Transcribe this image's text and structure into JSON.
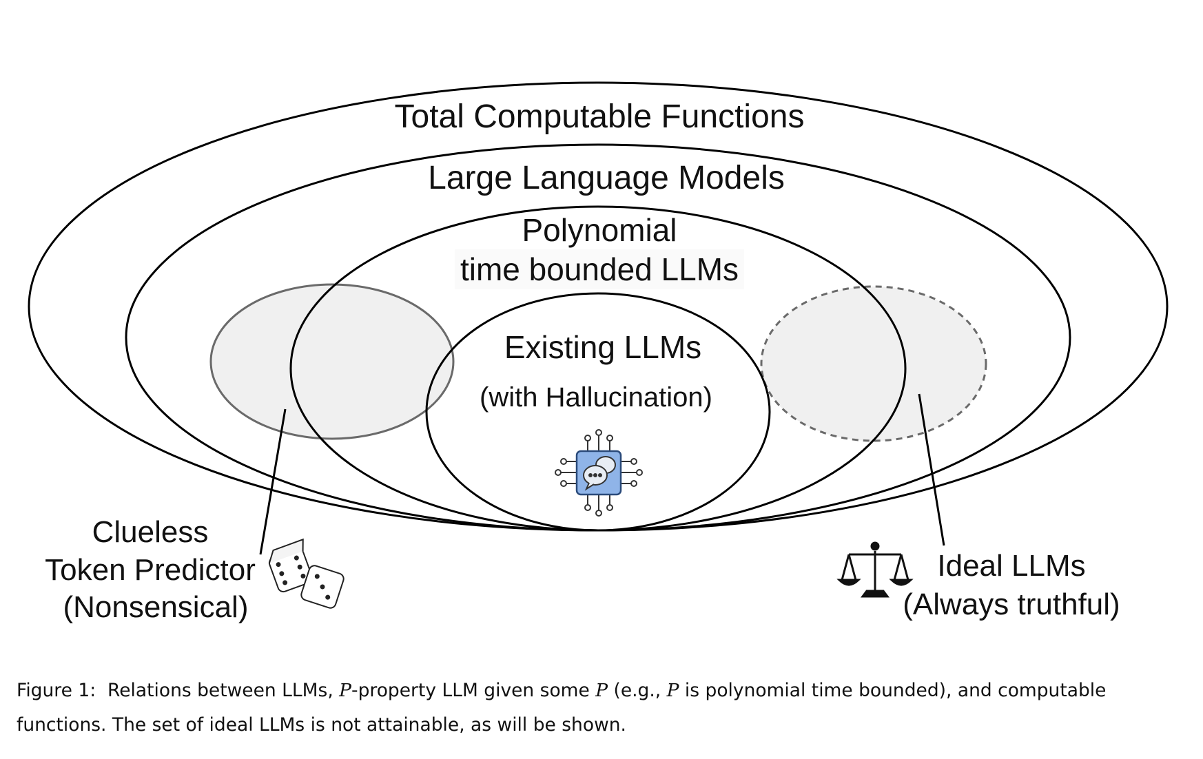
{
  "diagram": {
    "sets": {
      "total_computable": "Total Computable Functions",
      "llms": "Large Language Models",
      "poly_line1": "Polynomial",
      "poly_line2": "time bounded LLMs",
      "existing_line1": "Existing LLMs",
      "existing_line2": "(with Hallucination)"
    },
    "clueless": {
      "line1": "Clueless",
      "line2": "Token Predictor",
      "line3": "(Nonsensical)"
    },
    "ideal": {
      "line1": "Ideal LLMs",
      "line2": "(Always truthful)"
    },
    "icons": [
      "llm-chip-icon",
      "dice-icon",
      "balance-scale-icon"
    ],
    "colors": {
      "stroke": "#000000",
      "fill_gray": "#f0f0f0",
      "chip_blue": "#8fb4e8"
    }
  },
  "caption": {
    "label": "Figure 1:",
    "t1": "Relations between LLMs, ",
    "p1": "P",
    "t2": "-property LLM given some ",
    "p2": "P",
    "t3": " (e.g., ",
    "p3": "P",
    "t4": " is polynomial time bounded), and computable functions. The set of ideal LLMs is not attainable, as will be shown."
  }
}
